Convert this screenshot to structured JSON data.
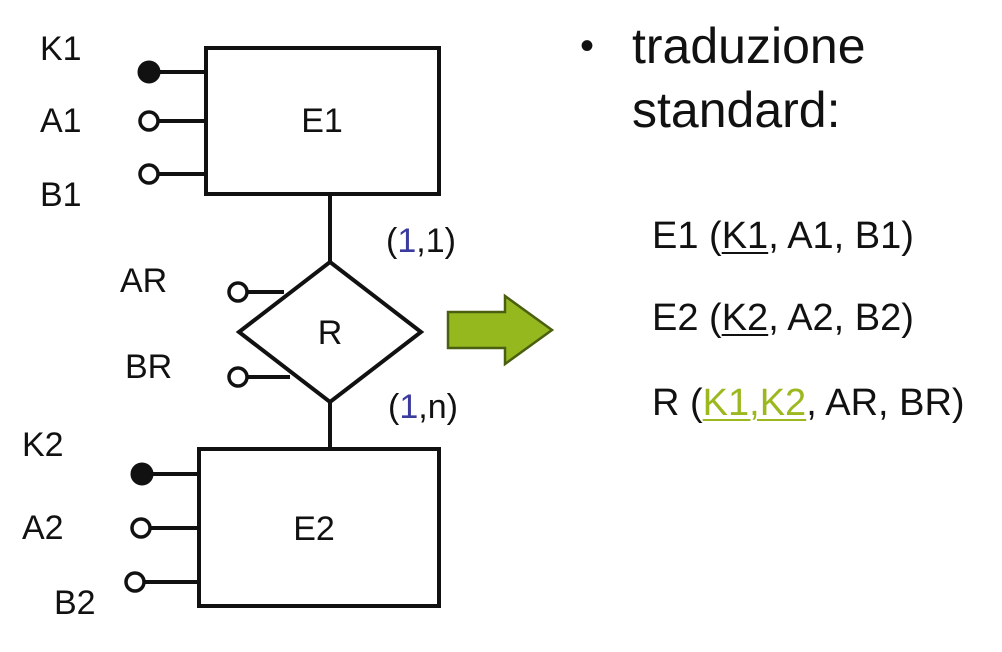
{
  "diagram": {
    "entity1": {
      "name": "E1",
      "attributes": [
        {
          "label": "K1",
          "key": true
        },
        {
          "label": "A1",
          "key": false
        },
        {
          "label": "B1",
          "key": false
        }
      ]
    },
    "entity2": {
      "name": "E2",
      "attributes": [
        {
          "label": "K2",
          "key": true
        },
        {
          "label": "A2",
          "key": false
        },
        {
          "label": "B2",
          "key": false
        }
      ]
    },
    "relationship": {
      "name": "R",
      "attributes": [
        {
          "label": "AR"
        },
        {
          "label": "BR"
        }
      ]
    },
    "cardinality_top": {
      "open": "(",
      "min": "1",
      "rest": ",1)"
    },
    "cardinality_bottom": {
      "open": "(",
      "min": "1",
      "rest": ",n)"
    },
    "arrow_color": "#8fb31c"
  },
  "slide": {
    "bullet": "•",
    "title_line1": "traduzione",
    "title_line2": "standard:",
    "schemas": [
      {
        "name": "E1",
        "open": " (",
        "key": "K1",
        "rest": ", A1, B1)"
      },
      {
        "name": "E2",
        "open": " (",
        "key": "K2",
        "rest": ", A2, B2)"
      },
      {
        "name": "R",
        "open": " (",
        "key": "K1,K2",
        "rest": ", AR, BR)"
      }
    ],
    "foreign_key_color": "#9bb81e"
  }
}
